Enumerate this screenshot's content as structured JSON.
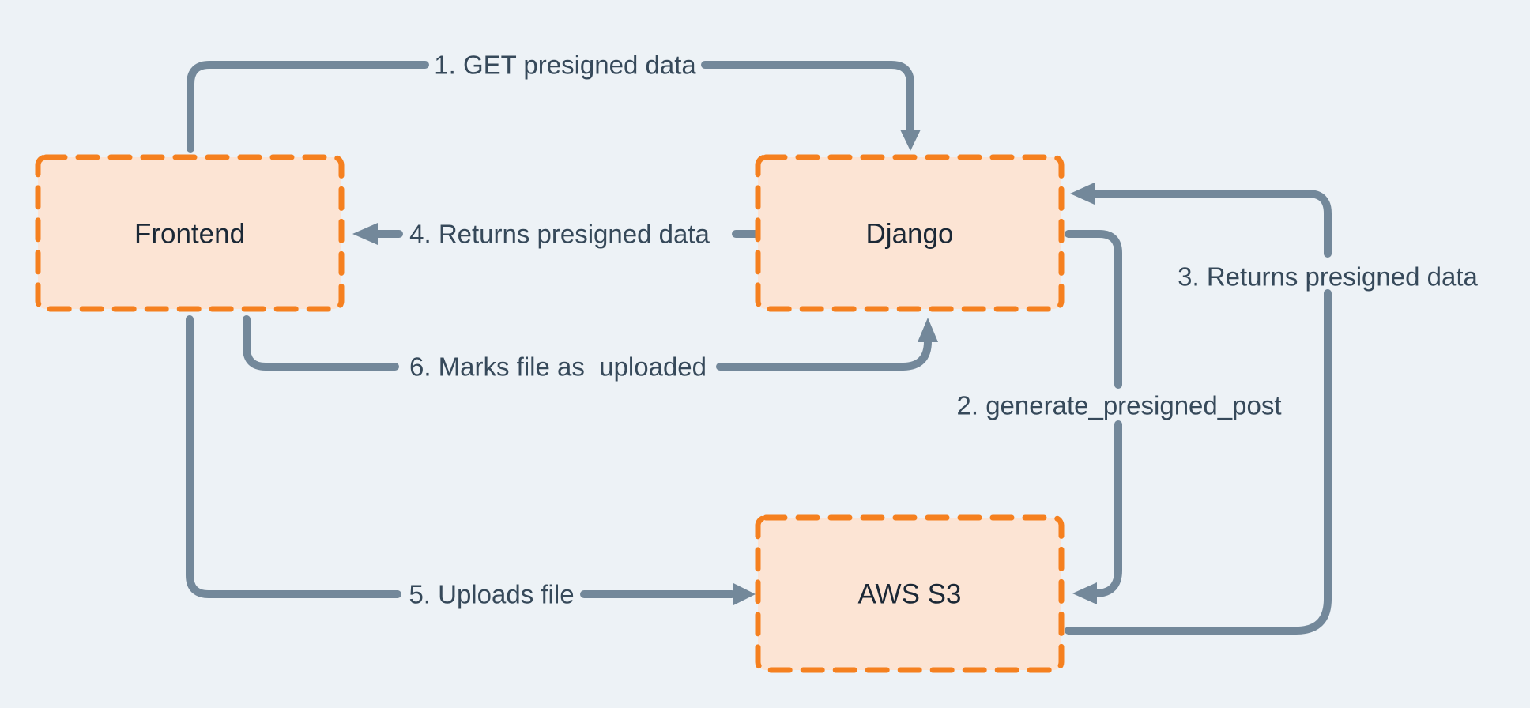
{
  "diagram": {
    "background_color": "#edf2f6",
    "node_fill_color": "#fce4d4",
    "node_border_color": "#f5801f",
    "arrow_color": "#73889a",
    "edge_label_color": "#36495a",
    "node_label_color": "#1b2836",
    "nodes": [
      {
        "label": "Frontend"
      },
      {
        "label": "Django"
      },
      {
        "label": "AWS S3"
      }
    ],
    "edges": [
      {
        "label": "1. GET presigned data",
        "from": "Frontend",
        "to": "Django"
      },
      {
        "label": "2. generate_presigned_post",
        "from": "Django",
        "to": "AWS S3"
      },
      {
        "label": "3. Returns presigned data",
        "from": "AWS S3",
        "to": "Django"
      },
      {
        "label": "4. Returns presigned data",
        "from": "Django",
        "to": "Frontend"
      },
      {
        "label": "5. Uploads file",
        "from": "Frontend",
        "to": "AWS S3"
      },
      {
        "label": "6. Marks file as  uploaded",
        "from": "Frontend",
        "to": "Django"
      }
    ]
  }
}
